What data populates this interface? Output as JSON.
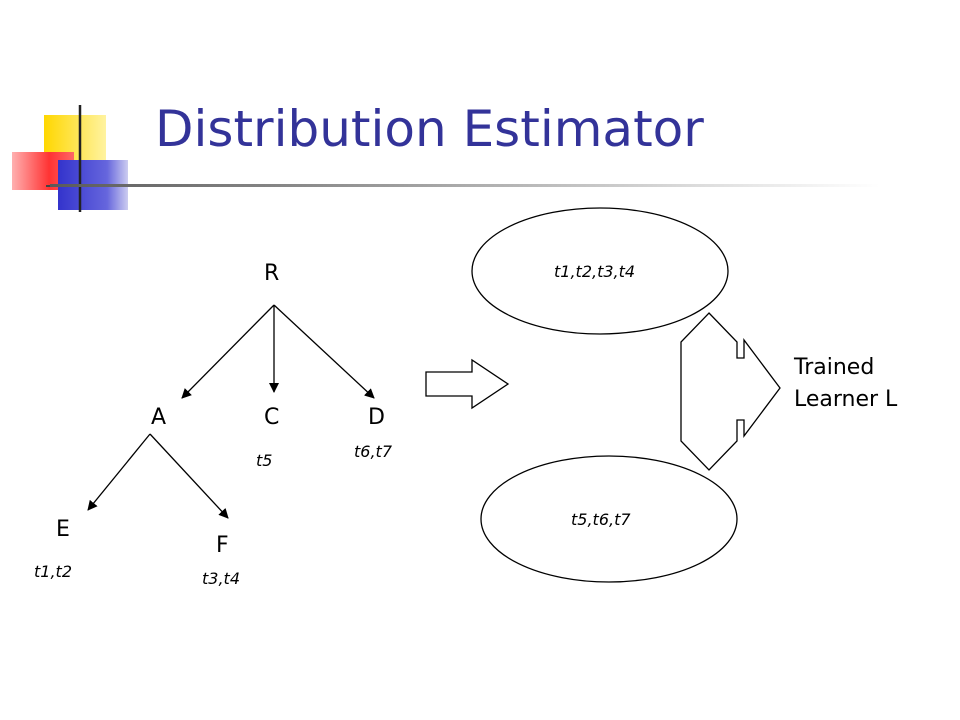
{
  "slide": {
    "title": "Distribution Estimator"
  },
  "tree": {
    "nodes": {
      "R": "R",
      "A": "A",
      "C": "C",
      "D": "D",
      "E": "E",
      "F": "F"
    },
    "tuples": {
      "C": "t5",
      "D": "t6,t7",
      "E": "t1,t2",
      "F": "t3,t4"
    }
  },
  "partitions": {
    "top": "t1,t2,t3,t4",
    "bottom": "t5,t6,t7"
  },
  "learner": {
    "line1": "Trained",
    "line2": "Learner L"
  },
  "colors": {
    "title": "#333399",
    "logo_yellow": "#FFD700",
    "logo_blue": "#3333CC",
    "logo_red": "#FF3333"
  }
}
